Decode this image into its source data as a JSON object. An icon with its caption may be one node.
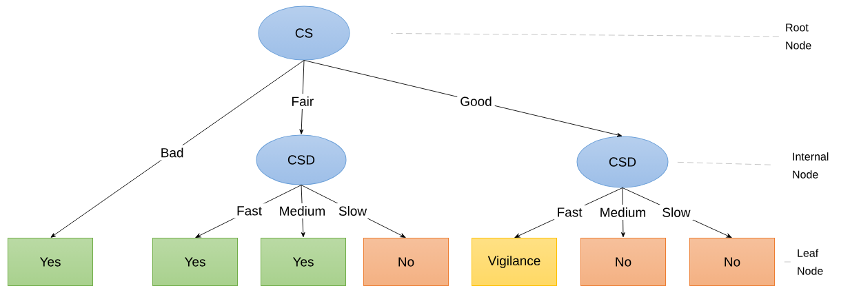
{
  "diagram": {
    "nodes": [
      {
        "text": [
          "CS"
        ]
      },
      {
        "text": [
          "CSD"
        ]
      },
      {
        "text": [
          "CSD"
        ]
      },
      {
        "text": [
          "Yes"
        ]
      },
      {
        "text": [
          "Yes"
        ]
      },
      {
        "text": [
          "Yes"
        ]
      },
      {
        "text": [
          "No"
        ]
      },
      {
        "text": [
          "Vigilance"
        ]
      },
      {
        "text": [
          "No"
        ]
      },
      {
        "text": [
          "No"
        ]
      },
      {
        "text": [
          "Root Node"
        ]
      },
      {
        "text": [
          "Internal Node"
        ]
      },
      {
        "text": [
          "Leaf Node"
        ]
      }
    ],
    "edges": [
      {
        "from": 0,
        "to": 3,
        "arrow": "to",
        "label": "Bad"
      },
      {
        "from": 0,
        "to": 1,
        "arrow": "to",
        "label": "Fair"
      },
      {
        "from": 0,
        "to": 2,
        "arrow": "to",
        "label": "Good"
      },
      {
        "from": 1,
        "to": 4,
        "arrow": "to",
        "label": "Fast"
      },
      {
        "from": 1,
        "to": 5,
        "arrow": "to",
        "label": "Medium"
      },
      {
        "from": 1,
        "to": 6,
        "arrow": "to",
        "label": "Slow"
      },
      {
        "from": 2,
        "to": 7,
        "arrow": "to",
        "label": "Fast"
      },
      {
        "from": 2,
        "to": 8,
        "arrow": "to",
        "label": "Medium"
      },
      {
        "from": 2,
        "to": 9,
        "arrow": "to",
        "label": "Slow"
      },
      {
        "from": 10,
        "to": 0,
        "arrow": "none",
        "style": "dashed",
        "color": "#bfbfbf"
      },
      {
        "from": 11,
        "to": 2,
        "arrow": "none",
        "style": "dashed",
        "color": "#bfbfbf"
      },
      {
        "from": 12,
        "to": 9,
        "arrow": "none",
        "style": "dashed",
        "color": "#bfbfbf"
      }
    ]
  }
}
